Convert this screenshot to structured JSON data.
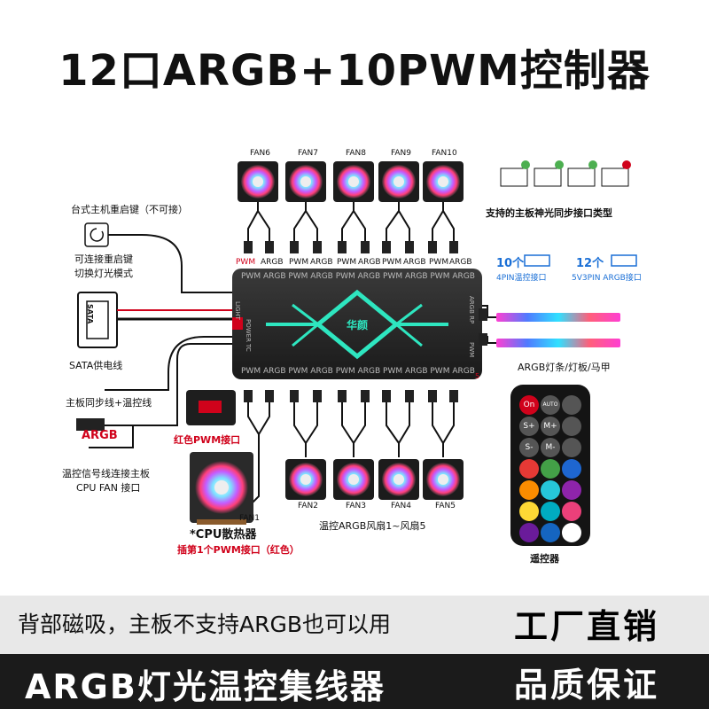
{
  "title": "12口ARGB+10PWM控制器",
  "fans_top": [
    "FAN6",
    "FAN7",
    "FAN8",
    "FAN9",
    "FAN10"
  ],
  "fans_bottom": [
    "FAN2",
    "FAN3",
    "FAN4",
    "FAN5"
  ],
  "fan1_label": "FAN1",
  "top_ports": [
    "PWM",
    "ARGB",
    "PWM",
    "ARGB",
    "PWM",
    "ARGB",
    "PWM",
    "ARGB",
    "PWM",
    "ARGB"
  ],
  "hub_top_ports": [
    "PWM",
    "ARGB",
    "PWM",
    "ARGB",
    "PWM",
    "ARGB",
    "PWM",
    "ARGB",
    "PWM",
    "ARGB"
  ],
  "hub_bottom_ports": [
    "PWM",
    "ARGB",
    "PWM",
    "ARGB",
    "PWM",
    "ARGB",
    "PWM",
    "ARGB",
    "PWM",
    "ARGB"
  ],
  "hub": {
    "brand": "华颜",
    "left_label": "LIGHT",
    "power_label": "POWER",
    "tc_label": "TC",
    "rp_label": "ARGB RP",
    "side_pwm": "PWM",
    "corner": "5"
  },
  "left": {
    "reset_key": "台式主机重启键（不可接）",
    "reset_mode1": "可连接重启键",
    "reset_mode2": "切换灯光模式",
    "sata_label": "SATA供电线",
    "sata_text": "SATA",
    "sync_line": "主板同步线+温控线",
    "argb": "ARGB",
    "tc1": "温控信号线连接主板",
    "tc2": "CPU FAN 接口"
  },
  "right": {
    "sync_types": "支持的主板神光同步接口类型",
    "pwm_count": "10个",
    "pwm_port": "4PIN温控接口",
    "argb_count": "12个",
    "argb_port": "5V3PIN ARGB接口",
    "strip_label": "ARGB灯条/灯板/马甲",
    "remote_label": "遥控器",
    "remote_keys": [
      "On",
      "AUTO",
      "",
      "S+",
      "M+",
      "",
      "S-",
      "M-",
      ""
    ]
  },
  "red_pwm": "红色PWM接口",
  "cpu_cooler": "*CPU散热器",
  "cpu_note": "插第1个PWM接口（红色）",
  "tc_fans": "温控ARGB风扇1~风扇5",
  "slogan1": "背部磁吸，主板不支持ARGB也可以用",
  "slogan2": "ARGB灯光温控集线器",
  "promo1": "工厂直销",
  "promo2": "品质保证",
  "colors": {
    "accent_red": "#d0021b",
    "accent_blue": "#1a6fd6",
    "hub_body": "#262626",
    "hub_glow": "#2ee6c0"
  }
}
